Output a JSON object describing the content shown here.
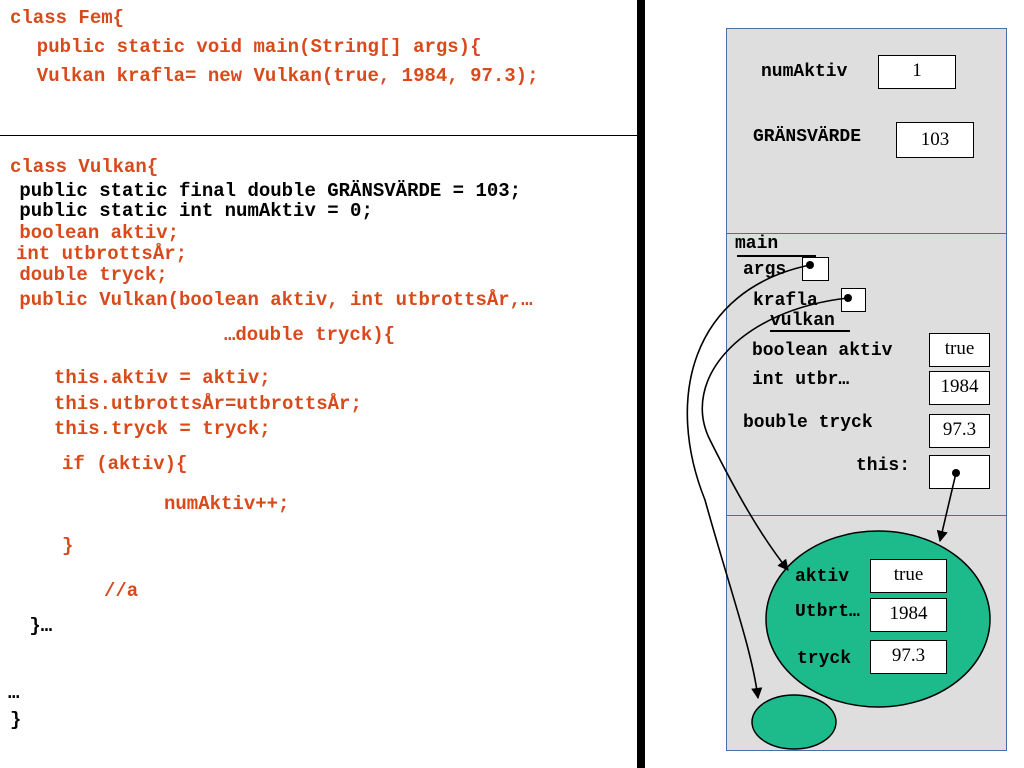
{
  "code_top": {
    "line1": "class Fem{",
    "line2": "  public static void main(String[] args){",
    "line3": "  Vulkan krafla= new Vulkan(true, 1984, 97.3);"
  },
  "code_bottom": {
    "class_decl": "class Vulkan{",
    "const_decl": " public static final double GRÄNSVÄRDE = 103;",
    "static_decl": " public static int numAktiv = 0;",
    "field_aktiv": " boolean aktiv;",
    "field_ar": "int utbrottsÅr;",
    "field_tryck": " double tryck;",
    "ctor_decl": " public Vulkan(boolean aktiv, int utbrottsÅr,…",
    "ctor_cont": "…double tryck){",
    "assign_aktiv": "this.aktiv = aktiv;",
    "assign_ar": "this.utbrottsÅr=utbrottsÅr;",
    "assign_tryck": "this.tryck = tryck;",
    "if_stmt": "if (aktiv){",
    "increment": "numAktiv++;",
    "close_if": "}",
    "comment": "//a",
    "close_ctor": " }…",
    "ellipsis": "…",
    "close_class": "}"
  },
  "memory": {
    "static_area": {
      "num_aktiv_label": "numAktiv",
      "num_aktiv_value": "1",
      "gransvarde_label": "GRÄNSVÄRDE",
      "gransvarde_value": "103"
    },
    "stack": {
      "main_label": "main",
      "args_label": "args",
      "krafla_label": "krafla",
      "vulkan_label": "vulkan",
      "aktiv_label": "boolean aktiv",
      "aktiv_value": "true",
      "utbr_label": "int utbr…",
      "utbr_value": "1984",
      "tryck_label": "bouble tryck",
      "tryck_value": "97.3",
      "this_label": "this:"
    },
    "heap": {
      "aktiv_label": "aktiv",
      "aktiv_value": "true",
      "utbrt_label": "Utbrt…",
      "utbrt_value": "1984",
      "tryck_label": "tryck",
      "tryck_value": "97.3"
    }
  },
  "colors": {
    "code_red": "#d84a1b",
    "panel_gray": "#dedede",
    "object_green": "#1dbb8c",
    "panel_border": "#4a6fa5"
  }
}
